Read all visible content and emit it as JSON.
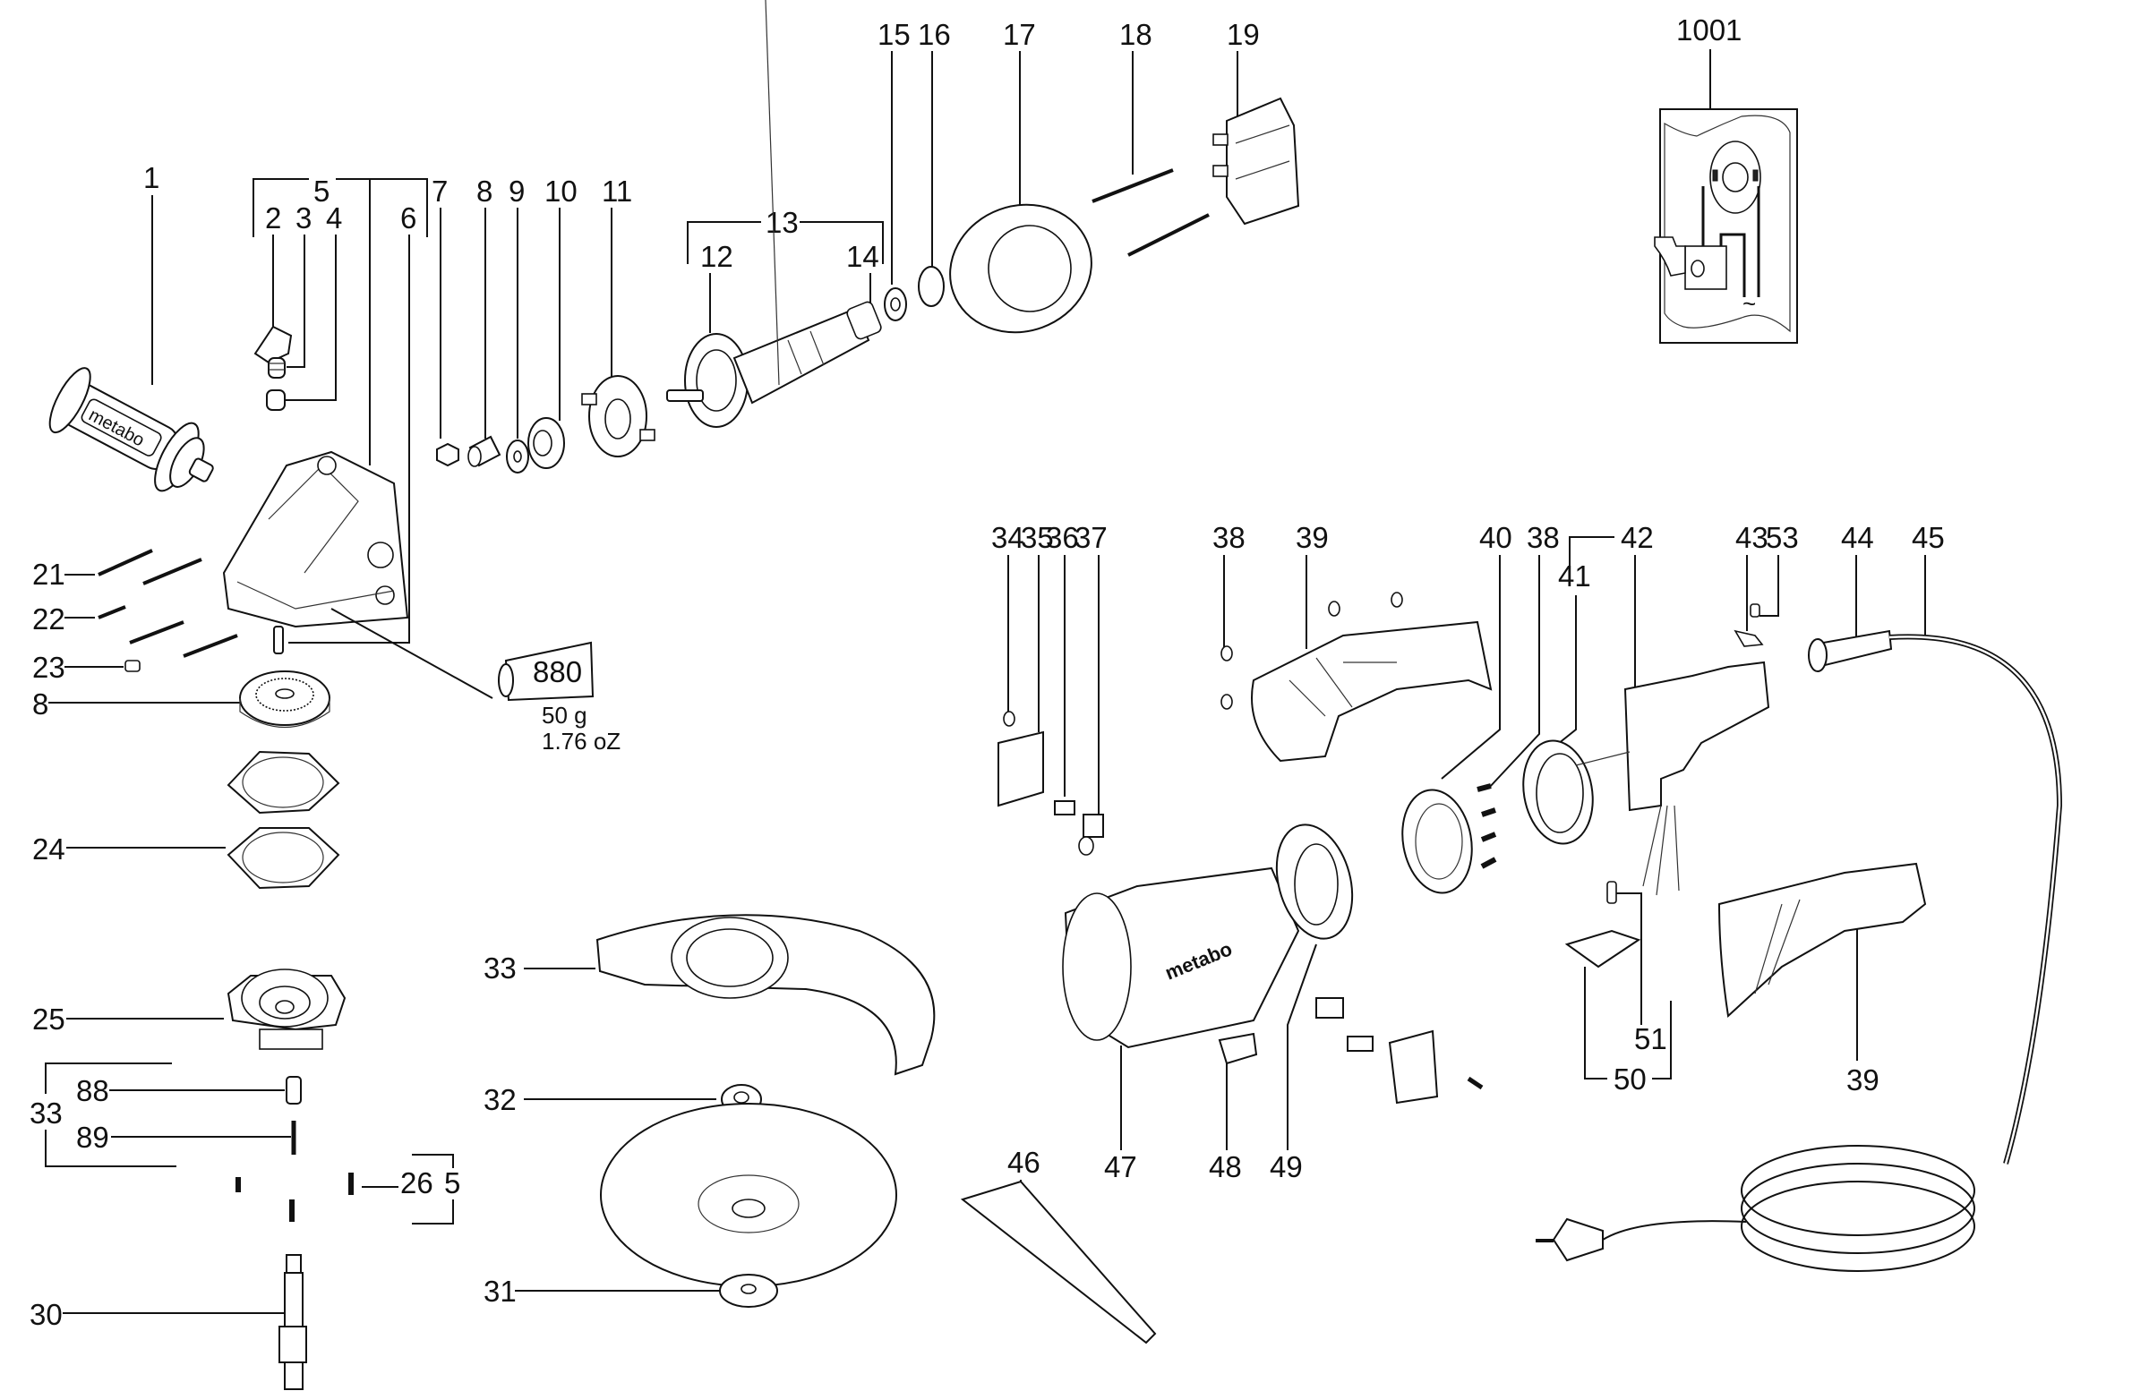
{
  "title": "Angle grinder exploded parts diagram",
  "labels": {
    "p1": "1",
    "p2": "2",
    "p3": "3",
    "p4": "4",
    "p5": "5",
    "p6": "6",
    "p7": "7",
    "p8": "8",
    "p9": "9",
    "p10": "10",
    "p11": "11",
    "p12": "12",
    "p13": "13",
    "p14": "14",
    "p15": "15",
    "p16": "16",
    "p17": "17",
    "p18": "18",
    "p19": "19",
    "p1001": "1001",
    "p21": "21",
    "p22": "22",
    "p23": "23",
    "p8b": "8",
    "p24": "24",
    "p25": "25",
    "p88": "88",
    "p89": "89",
    "p33a": "33",
    "p26": "26",
    "p5b": "5",
    "p30": "30",
    "p33": "33",
    "p32": "32",
    "p31": "31",
    "p46": "46",
    "p47": "47",
    "p48": "48",
    "p49": "49",
    "p34": "34",
    "p35": "35",
    "p36": "36",
    "p37": "37",
    "p38": "38",
    "p39": "39",
    "p40": "40",
    "p38b": "38",
    "p41": "41",
    "p42": "42",
    "p43": "43",
    "p53": "53",
    "p44": "44",
    "p45": "45",
    "p51": "51",
    "p50": "50",
    "p39b": "39"
  },
  "grease": {
    "code": "880",
    "weight": "50 g",
    "weight_imperial": "1.76 oZ"
  },
  "handle_brand": "metabo",
  "housing_brand": "metabo",
  "wiring": {
    "ac_symbol": "~"
  }
}
